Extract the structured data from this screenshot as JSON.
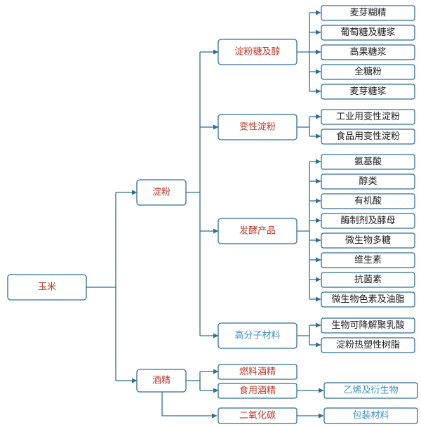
{
  "root": "玉米",
  "level1": {
    "starch": "淀粉",
    "alcohol": "酒精",
    "co2": "二氧化碳"
  },
  "starch_children": {
    "sugar": "淀粉糖及醇",
    "modified": "变性淀粉",
    "ferment": "发酵产品",
    "polymer": "高分子材料"
  },
  "sugar_items": [
    "麦芽糊精",
    "葡萄糖及糖浆",
    "高果糖浆",
    "全糖粉",
    "麦芽糖浆"
  ],
  "modified_items": [
    "工业用变性淀粉",
    "食品用变性淀粉"
  ],
  "ferment_items": [
    "氨基酸",
    "醇类",
    "有机酸",
    "酶制剂及酵母",
    "微生物多糖",
    "维生素",
    "抗菌素",
    "微生物色素及油脂"
  ],
  "polymer_items": [
    "生物可降解聚乳酸",
    "淀粉热塑性树脂"
  ],
  "alcohol_children": {
    "fuel": "燃料酒精",
    "edible": "食用酒精"
  },
  "edible_product": "乙烯及衍生物",
  "co2_product": "包装材料"
}
